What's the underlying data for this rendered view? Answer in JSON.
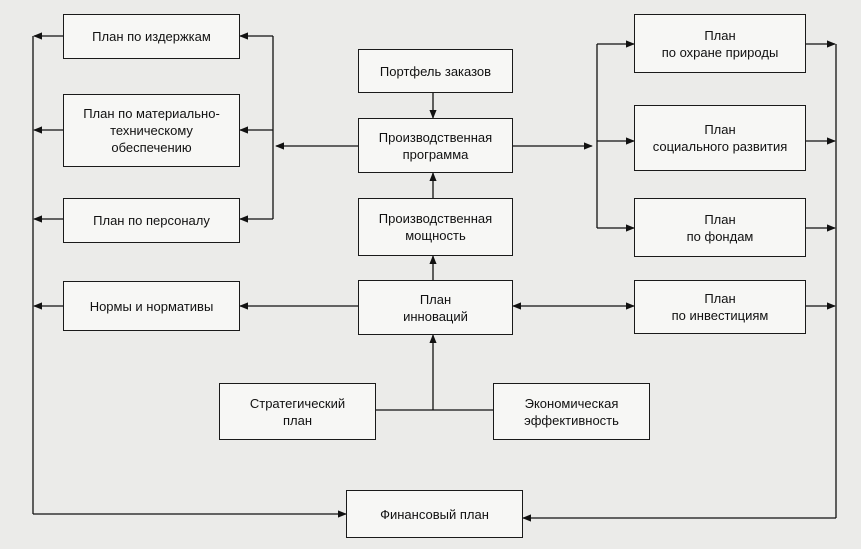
{
  "diagram": {
    "nodes": {
      "izderzhki": "План по издержкам",
      "material": "План по материально-\nтехническому\nобеспечению",
      "personal": "План по персоналу",
      "normy": "Нормы и нормативы",
      "portfel": "Портфель заказов",
      "programma": "Производственная\nпрограмма",
      "moshnost": "Производственная\nмощность",
      "innovacii": "План\nинноваций",
      "strategicheskiy": "Стратегический\nплан",
      "effektivnost": "Экономическая\nэффективность",
      "finansovy": "Финансовый план",
      "priroda": "План\nпо охране природы",
      "socialnoe": "План\nсоциального развития",
      "fondy": "План\nпо фондам",
      "investicii": "План\nпо инвестициям"
    }
  }
}
